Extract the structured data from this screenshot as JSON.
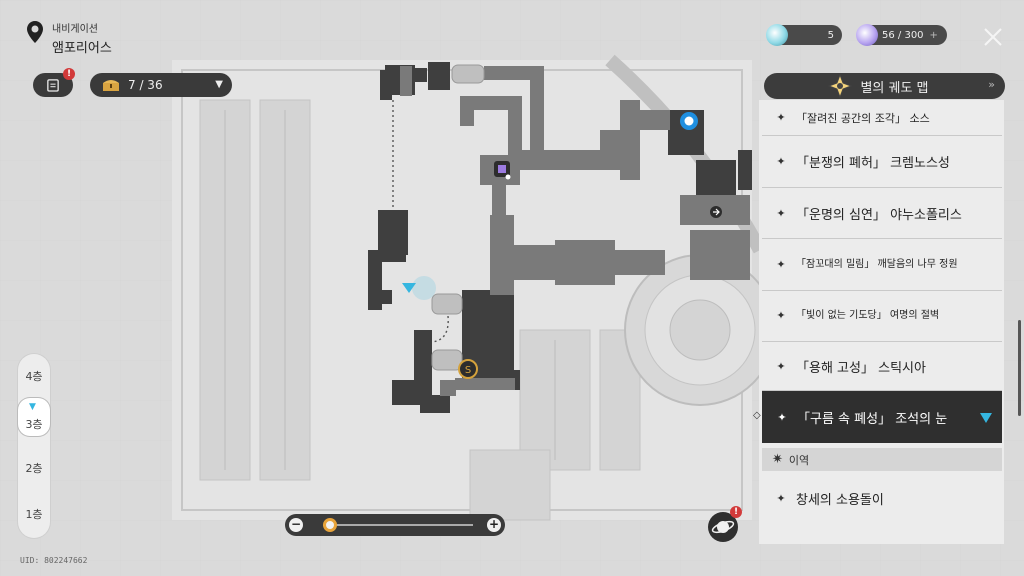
{
  "location": {
    "label": "내비게이션",
    "name": "앰포리어스"
  },
  "toolbar": {
    "chest_count": "7 / 36"
  },
  "resources": {
    "currency_value": "5",
    "stamina_value": "56 / 300",
    "plus": "+"
  },
  "panel": {
    "title": "별의 궤도 맵",
    "partial_item": "「잘려진 공간의 조각」 소스",
    "items": [
      {
        "label": "「분쟁의 폐허」 크렘노스성"
      },
      {
        "label": "「운명의 심연」 야누소폴리스"
      },
      {
        "label": "「잠꼬대의 밀림」 깨달음의 나무 정원"
      },
      {
        "label": "「빛이 없는 기도당」 여명의 절벽"
      },
      {
        "label": "「용해 고성」 스틱시아"
      },
      {
        "label": "「구름 속 폐성」 조석의 눈"
      }
    ],
    "section": "이역",
    "section_items": [
      {
        "label": "창세의 소용돌이"
      }
    ]
  },
  "floors": [
    "4층",
    "3층",
    "2층",
    "1층"
  ],
  "selected_floor": "3층",
  "zoom": {
    "minus": "−",
    "plus": "+",
    "level": 0.05
  },
  "uid": "UID: 802247662",
  "colors": {
    "panel_dark": "#2f2f2f",
    "accent_cyan": "#35b6e0",
    "alert_red": "#d23a3a",
    "zoom_thumb": "#e7a33a"
  }
}
